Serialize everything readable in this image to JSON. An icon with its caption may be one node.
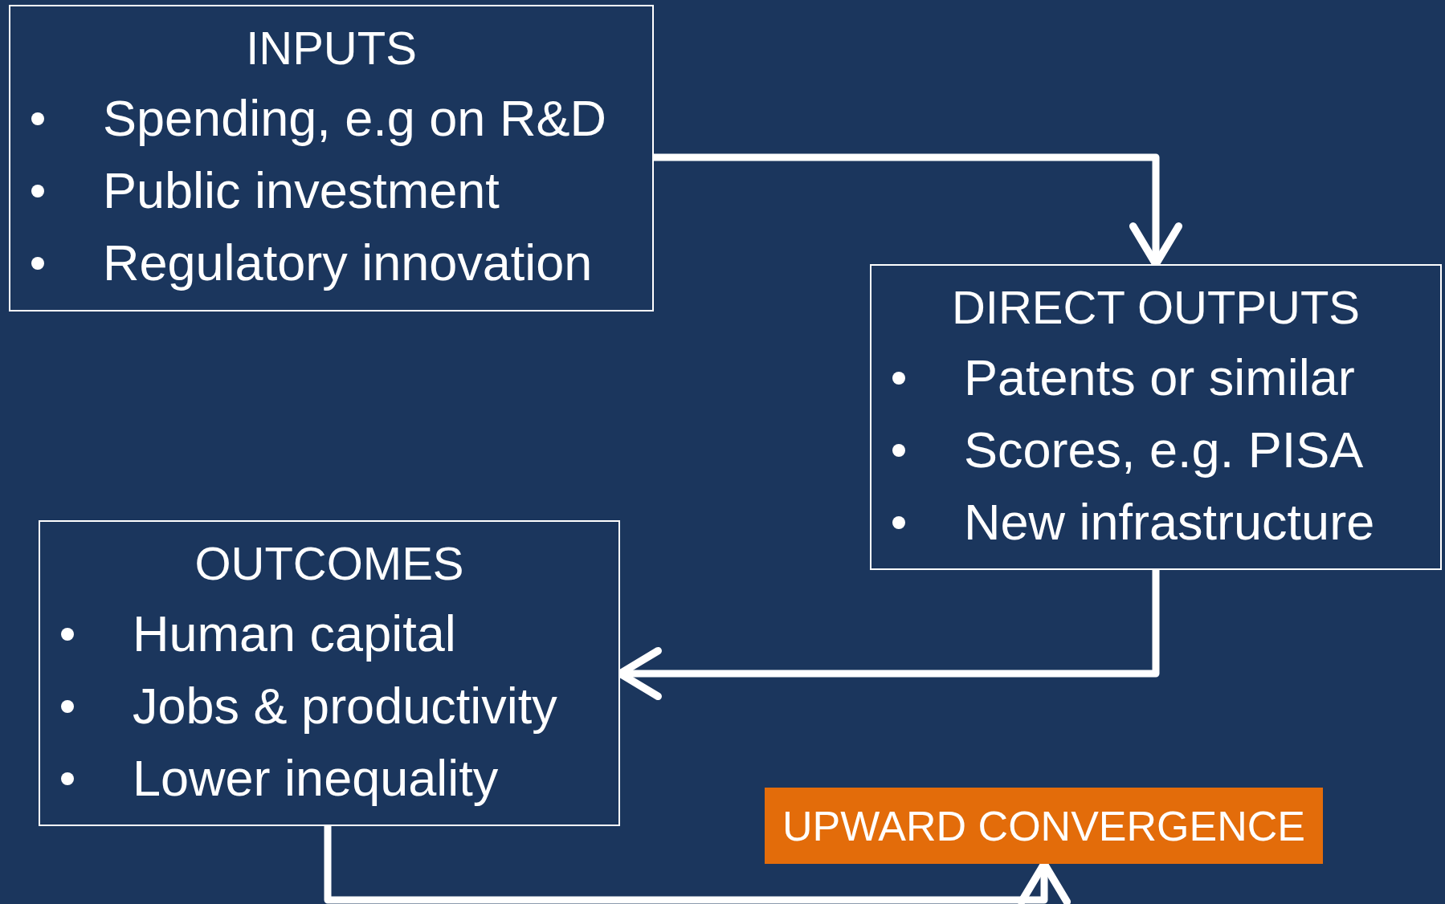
{
  "diagram": {
    "nodes": [
      {
        "text": [
          "INPUTS",
          "Spending, e.g on R&D",
          "Public investment",
          "Regulatory innovation"
        ]
      },
      {
        "text": [
          "DIRECT OUTPUTS",
          "Patents or similar",
          "Scores, e.g. PISA",
          "New infrastructure"
        ]
      },
      {
        "text": [
          "OUTCOMES",
          "Human capital",
          "Jobs & productivity",
          "Lower inequality"
        ]
      },
      {
        "text": [
          "UPWARD CONVERGENCE"
        ]
      }
    ],
    "edges": [
      {
        "from": 0,
        "to": 1,
        "arrow": "to"
      },
      {
        "from": 1,
        "to": 2,
        "arrow": "to"
      },
      {
        "from": 2,
        "to": 3,
        "arrow": "to"
      }
    ]
  }
}
